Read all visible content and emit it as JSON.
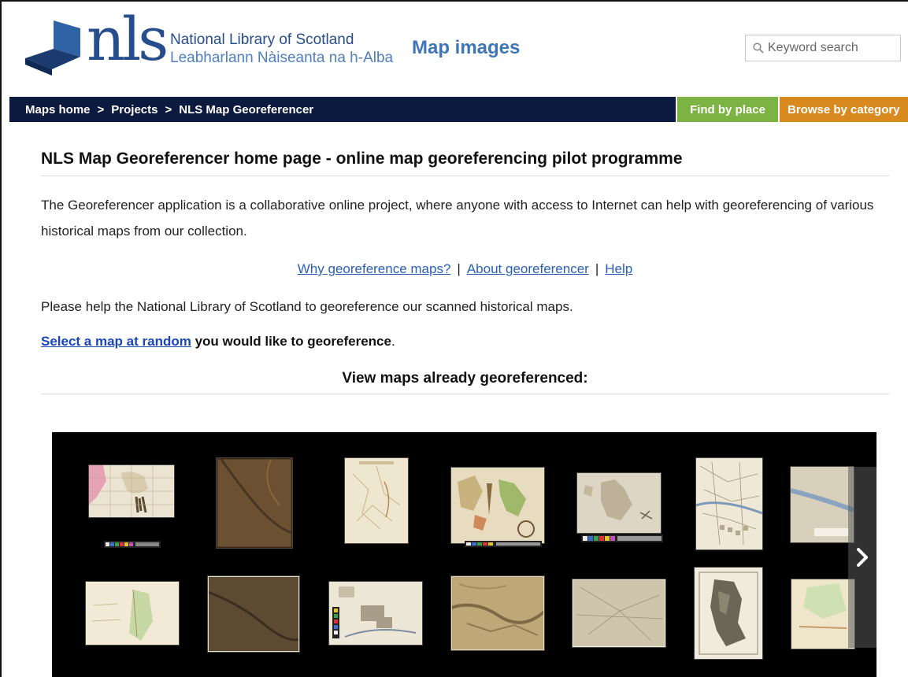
{
  "header": {
    "logo_text": "nls",
    "library_name_en": "National Library of Scotland",
    "library_name_gd": "Leabharlann Nàiseanta na h-Alba",
    "section_title": "Map images",
    "search": {
      "placeholder": "Keyword search",
      "icon": "search-icon"
    }
  },
  "navbar": {
    "breadcrumb": [
      {
        "label": "Maps home"
      },
      {
        "label": "Projects"
      },
      {
        "label": "NLS Map Georeferencer"
      }
    ],
    "separator": ">",
    "find_by_place": "Find by place",
    "browse_by_category": "Browse by category"
  },
  "main": {
    "title": "NLS Map Georeferencer home page - online map georeferencing pilot programme",
    "intro": "The Georeferencer application is a collaborative online project, where anyone with access to Internet can help with georeferencing of various historical maps from our collection.",
    "links": [
      {
        "label": "Why georeference maps?"
      },
      {
        "label": "About georeferencer"
      },
      {
        "label": "Help"
      }
    ],
    "link_separator": "|",
    "please_help": "Please help the National Library of Scotland to georeference our scanned historical maps.",
    "random_link": "Select a map at random",
    "random_suffix": "you would like to georeference",
    "random_end": ".",
    "view_heading": "View maps already georeferenced:"
  },
  "gallery": {
    "background": "#000000",
    "next_icon": "chevron-right-icon",
    "thumbnail_count": 14
  },
  "colors": {
    "brand_blue": "#264e8c",
    "navbar": "#0d1a3f",
    "find_by_place": "#7cb342",
    "browse_by_category": "#d98a1f",
    "link": "#2a5fb8"
  }
}
